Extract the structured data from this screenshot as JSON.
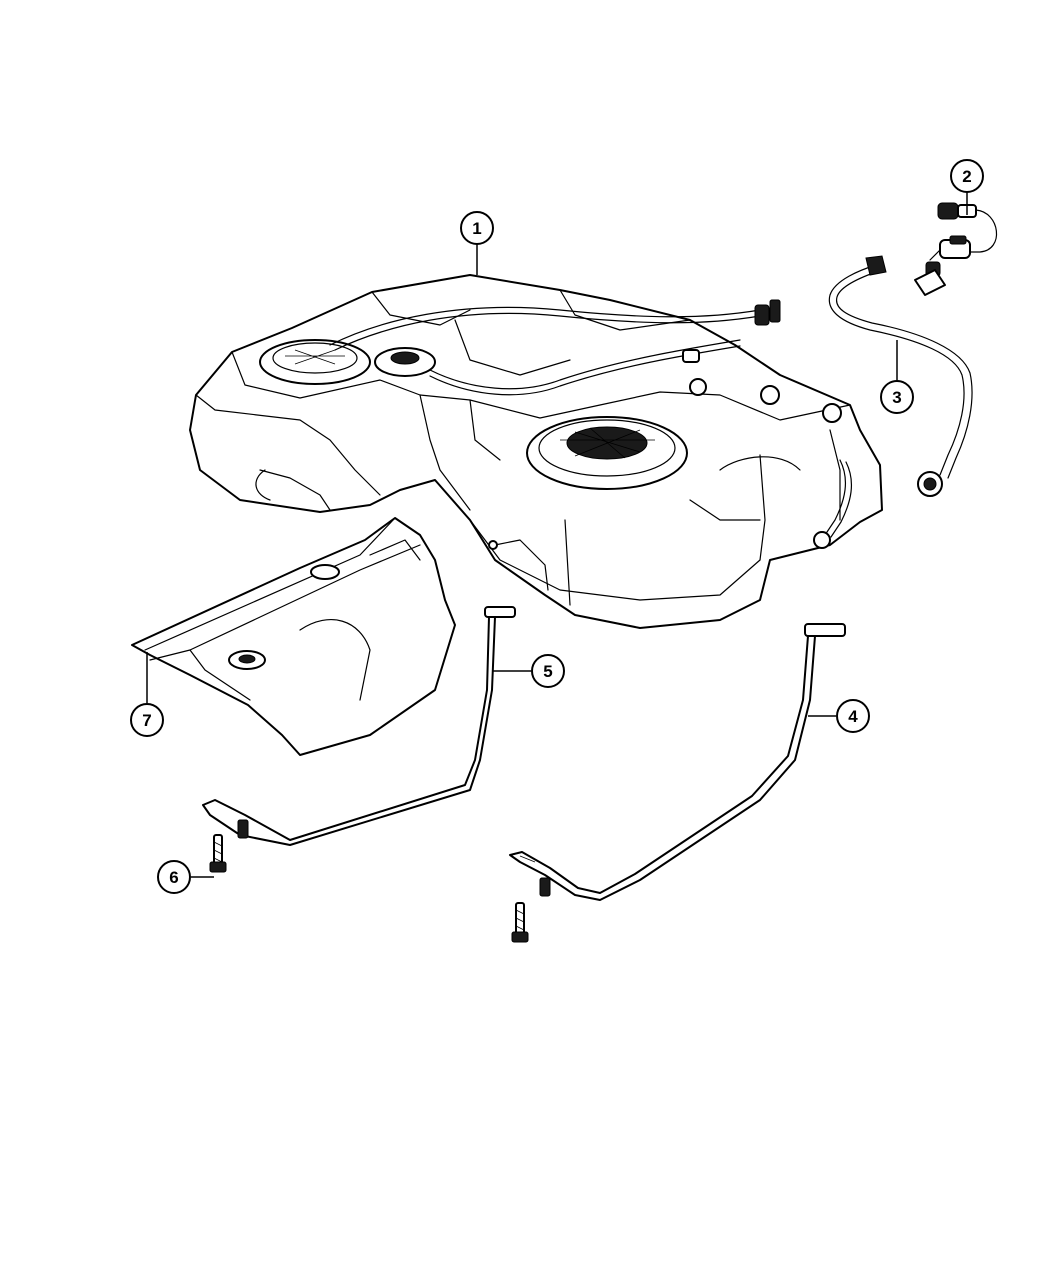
{
  "diagram": {
    "type": "exploded-parts-diagram",
    "subject": "fuel-tank-assembly",
    "callouts": [
      {
        "id": "1",
        "label": "1",
        "part": "fuel-tank"
      },
      {
        "id": "2",
        "label": "2",
        "part": "fuel-line-connector"
      },
      {
        "id": "3",
        "label": "3",
        "part": "fuel-filler-hose"
      },
      {
        "id": "4",
        "label": "4",
        "part": "tank-strap-right"
      },
      {
        "id": "5",
        "label": "5",
        "part": "tank-strap-left"
      },
      {
        "id": "6",
        "label": "6",
        "part": "strap-bolt"
      },
      {
        "id": "7",
        "label": "7",
        "part": "heat-shield"
      }
    ],
    "colors": {
      "line": "#000000",
      "background": "#ffffff"
    }
  }
}
